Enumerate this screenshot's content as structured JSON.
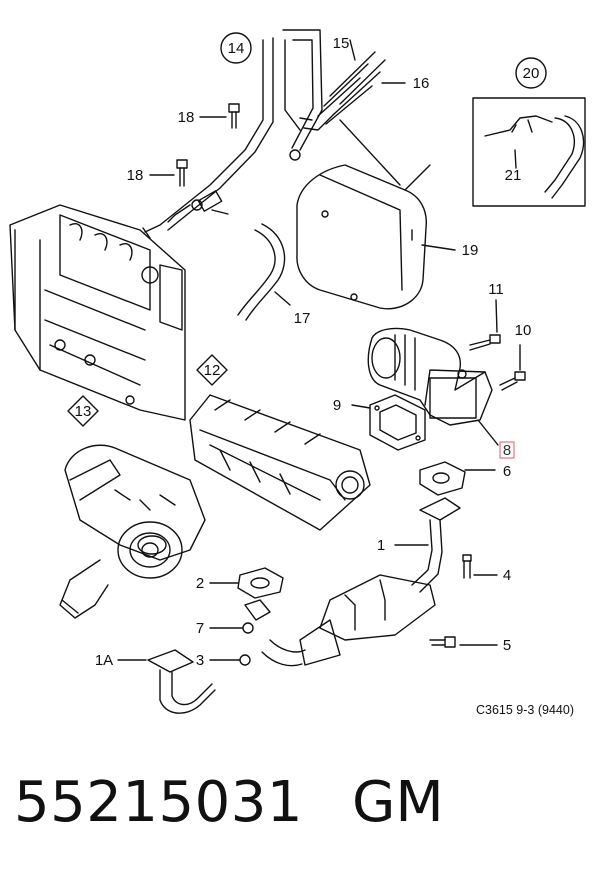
{
  "callouts": {
    "c1": "1",
    "c1A": "1A",
    "c2": "2",
    "c3": "3",
    "c4": "4",
    "c5": "5",
    "c6": "6",
    "c7": "7",
    "c8": "8",
    "c9": "9",
    "c10": "10",
    "c11": "11",
    "c12": "12",
    "c13": "13",
    "c14": "14",
    "c15": "15",
    "c16": "16",
    "c17": "17",
    "c18a": "18",
    "c18b": "18",
    "c19": "19",
    "c20": "20",
    "c21": "21"
  },
  "highlight_color": "#e05a6a",
  "caption": "C3615 9-3 (9440)",
  "part_number": "55215031",
  "brand": "GM"
}
